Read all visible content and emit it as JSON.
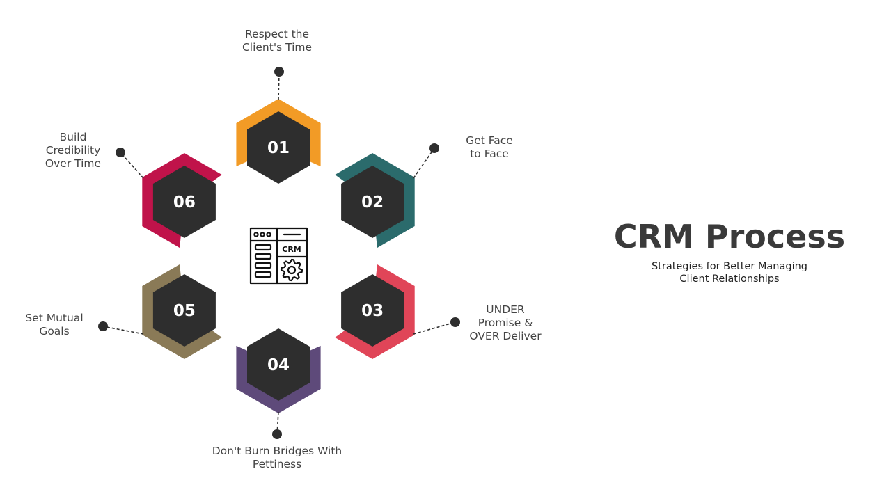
{
  "title": "CRM Process",
  "subtitle": [
    "Strategies for Better Managing",
    "Client Relationships"
  ],
  "center_icon": {
    "name": "crm-dashboard-icon",
    "label": "CRM"
  },
  "steps": [
    {
      "number": "01",
      "label_lines": [
        "Respect the",
        "Client's Time"
      ],
      "color": "#F29B26"
    },
    {
      "number": "02",
      "label_lines": [
        "Get Face",
        "to Face"
      ],
      "color": "#2B6B6C"
    },
    {
      "number": "03",
      "label_lines": [
        "UNDER",
        "Promise &",
        "OVER Deliver"
      ],
      "color": "#E04558"
    },
    {
      "number": "04",
      "label_lines": [
        "Don't Burn Bridges With",
        "Pettiness"
      ],
      "color": "#5E4A7A"
    },
    {
      "number": "05",
      "label_lines": [
        "Set Mutual",
        "Goals"
      ],
      "color": "#8A7A57"
    },
    {
      "number": "06",
      "label_lines": [
        "Build",
        "Credibility",
        "Over Time"
      ],
      "color": "#C0134A"
    }
  ],
  "colors": {
    "hex_fill": "#2E2E2E",
    "connector": "#2E2E2E",
    "text": "#444444"
  }
}
